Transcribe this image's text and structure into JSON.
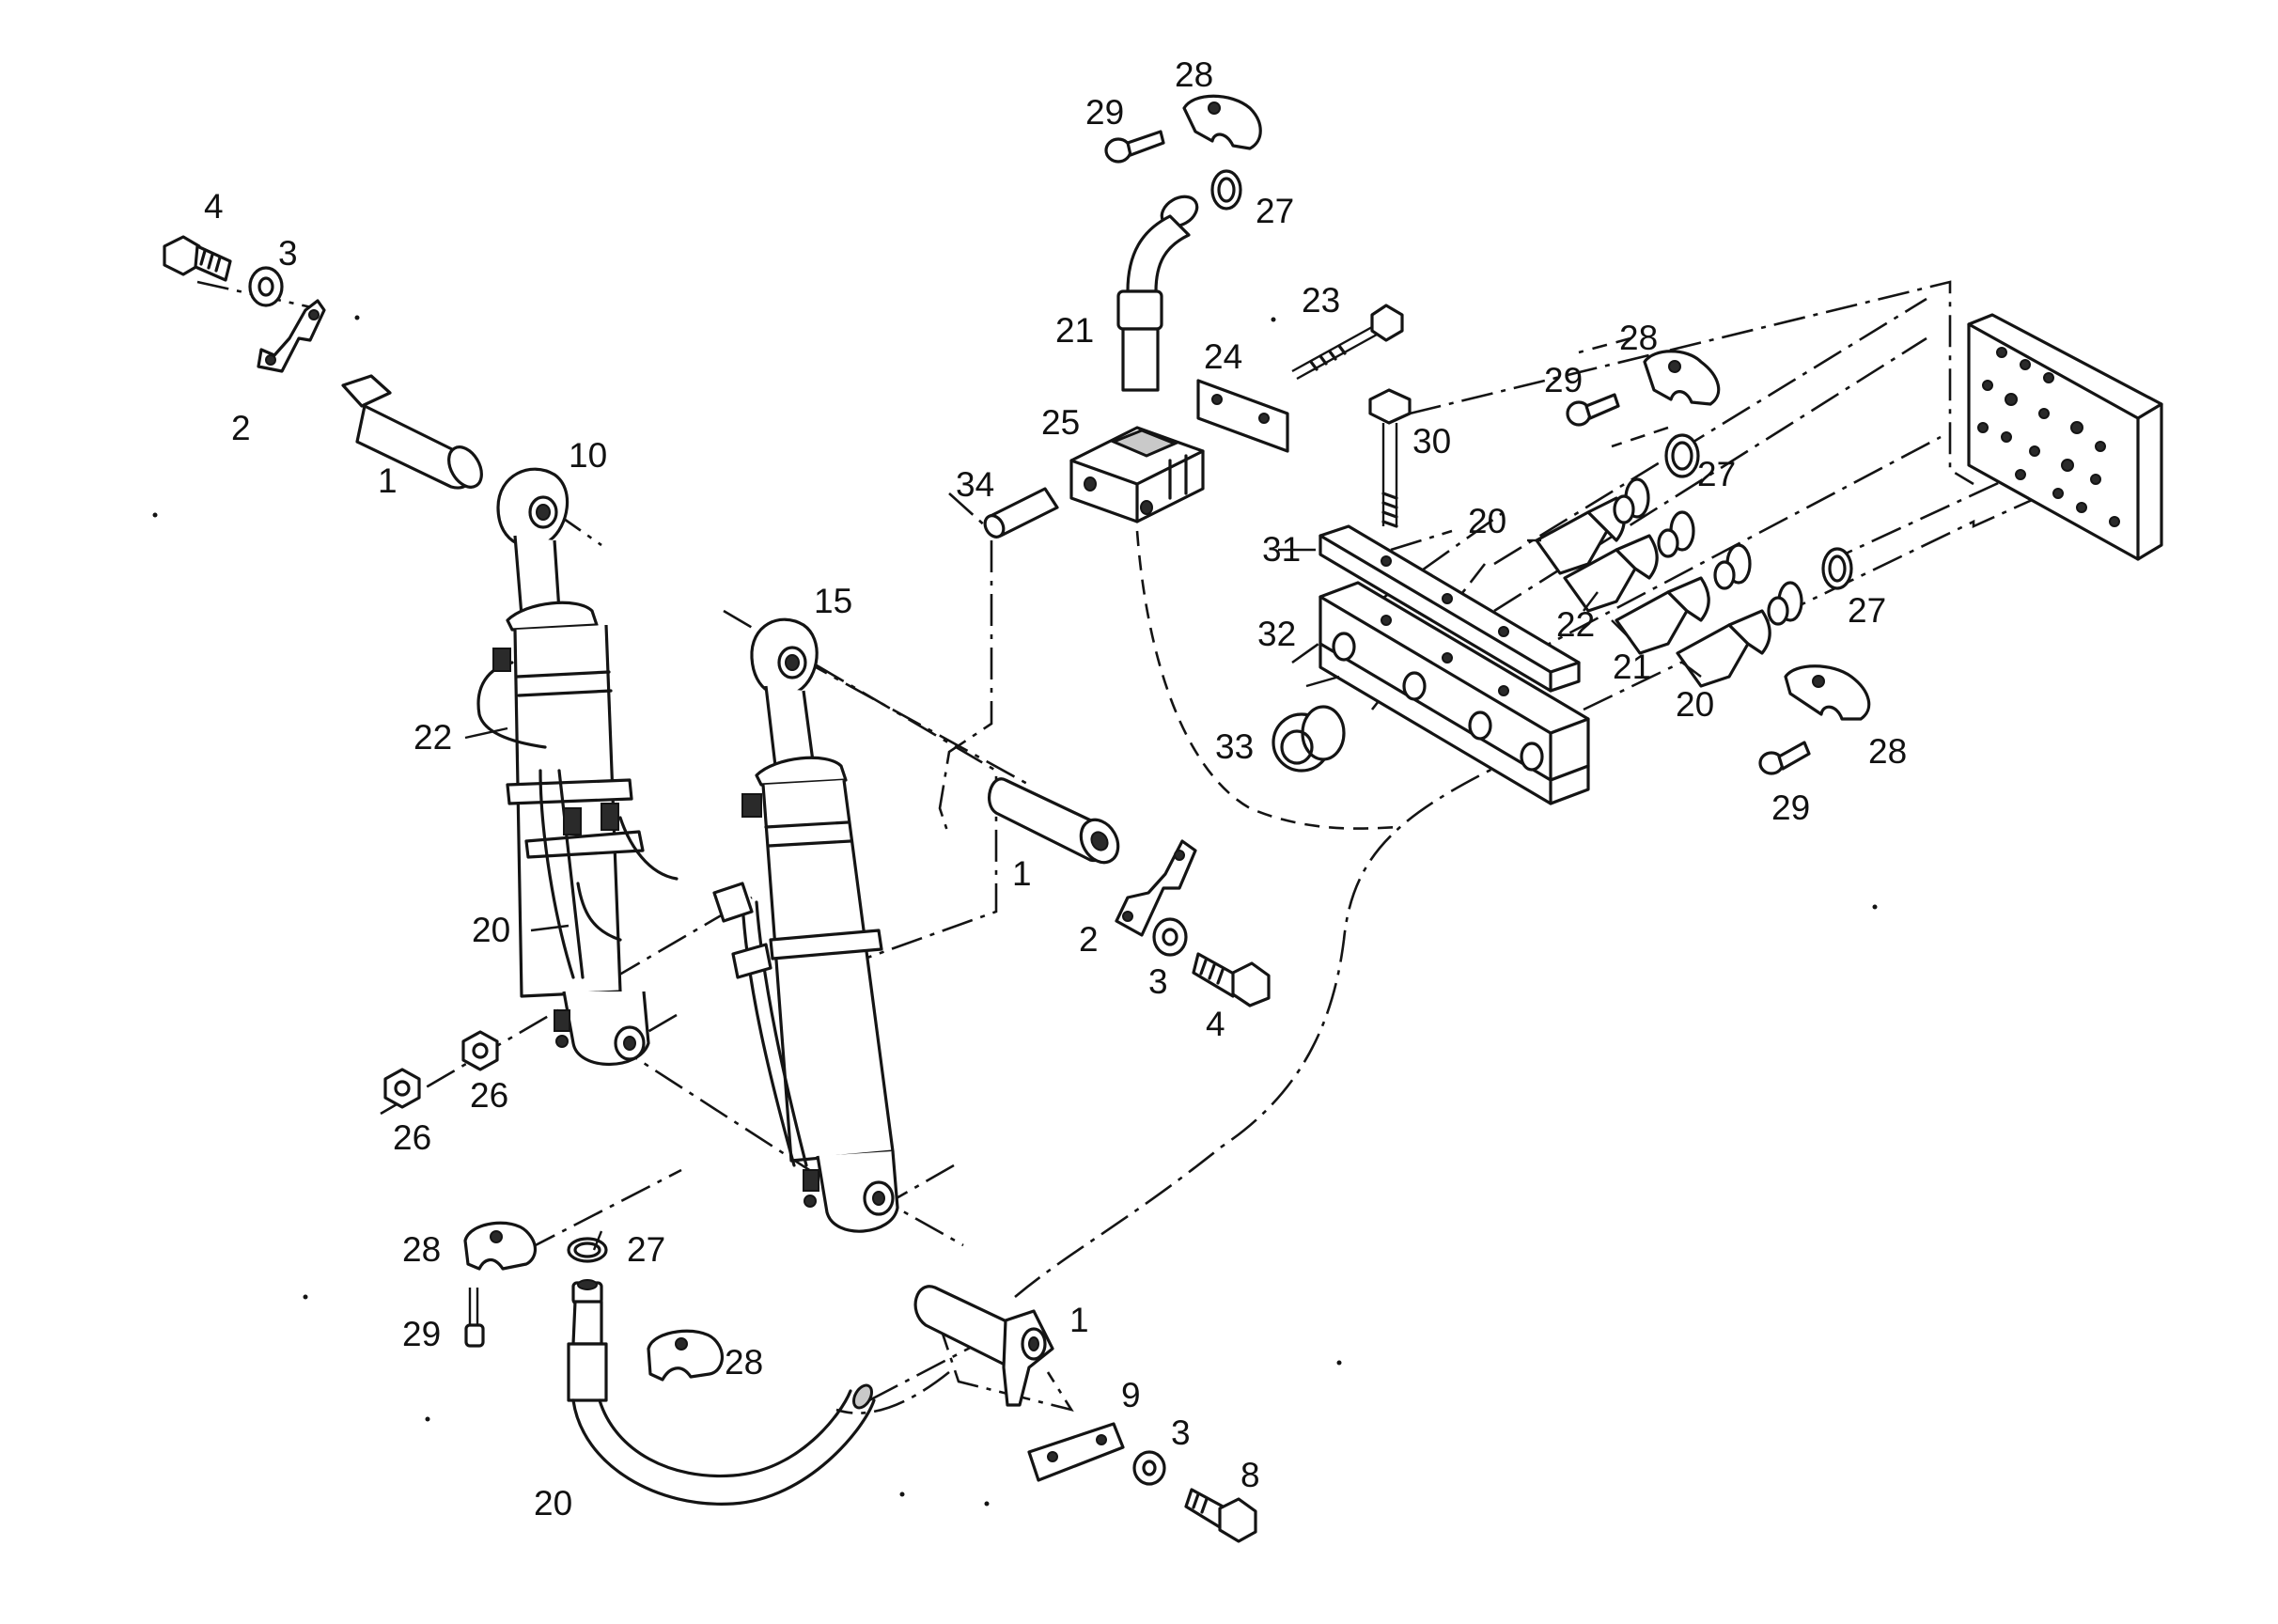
{
  "colors": {
    "ink": "#141414",
    "paper": "#ffffff",
    "shade": "#c9c9c9"
  },
  "labels": [
    "4",
    "3",
    "2",
    "1",
    "10",
    "22",
    "20",
    "26",
    "26",
    "15",
    "1",
    "2",
    "3",
    "4",
    "28",
    "27",
    "29",
    "20",
    "28",
    "1",
    "9",
    "3",
    "8",
    "29",
    "28",
    "27",
    "21",
    "23",
    "24",
    "25",
    "34",
    "30",
    "29",
    "28",
    "27",
    "31",
    "20",
    "22",
    "32",
    "21",
    "20",
    "27",
    "33",
    "28",
    "29"
  ]
}
